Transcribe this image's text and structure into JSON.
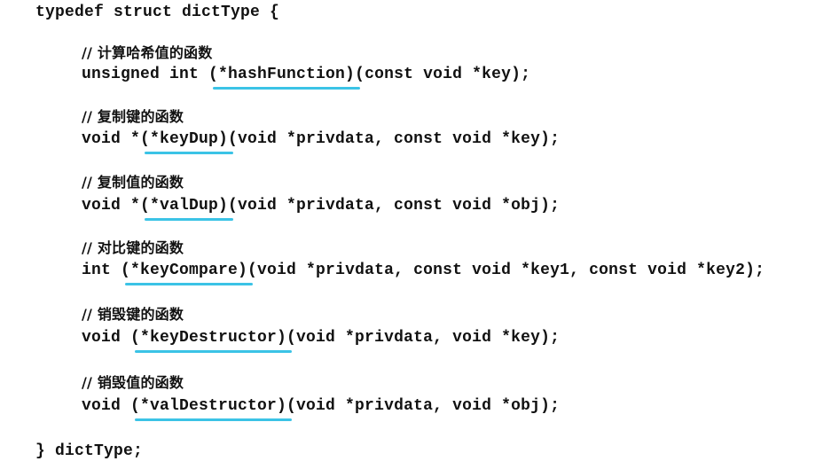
{
  "code": {
    "struct_open": "typedef struct dictType {",
    "members": [
      {
        "comment": "// 计算哈希值的函数",
        "pre": "unsigned int (",
        "name": "*hashFunction)",
        "post": "(const void *key);"
      },
      {
        "comment": "// 复制键的函数",
        "pre": "void *(",
        "name": "*keyDup)",
        "post": "(void *privdata, const void *key);"
      },
      {
        "comment": "// 复制值的函数",
        "pre": "void *(",
        "name": "*valDup)",
        "post": "(void *privdata, const void *obj);"
      },
      {
        "comment": "// 对比键的函数",
        "pre": "int (",
        "name": "*keyCompare)",
        "post": "(void *privdata, const void *key1, const void *key2);"
      },
      {
        "comment": "// 销毁键的函数",
        "pre": "void (",
        "name": "*keyDestructor)",
        "post": "(void *privdata, void *key);"
      },
      {
        "comment": "// 销毁值的函数",
        "pre": "void (",
        "name": "*valDestructor)",
        "post": "(void *privdata, void *obj);"
      }
    ],
    "struct_close": "} dictType;"
  },
  "colors": {
    "text": "#111111",
    "underline": "#3bc3e6",
    "background": "#ffffff"
  }
}
